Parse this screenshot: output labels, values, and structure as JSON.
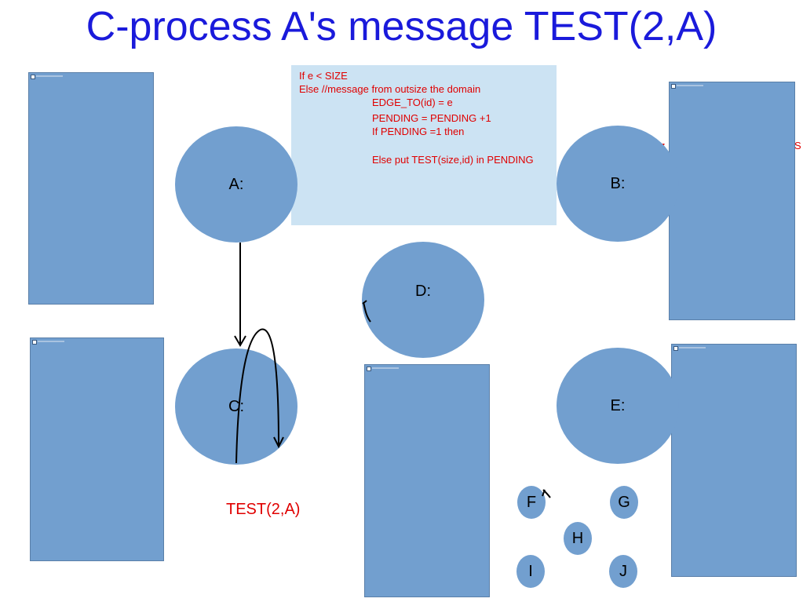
{
  "title": "C-process A's message TEST(2,A)",
  "info_box": {
    "line1": "If e < SIZE",
    "line2": "Else //message from outsize the domain",
    "line3": "EDGE_TO(id) = e",
    "line4": "PENDING = PENDING +1",
    "line5": "If PENDING =1 then",
    "line6": "Else   put TEST(size,id) in PENDING"
  },
  "overflow_fragments": {
    "frag1": "iz",
    "frag2": "S"
  },
  "nodes": {
    "a": "A:",
    "b": "B:",
    "c": "C:",
    "d": "D:",
    "e": "E:",
    "f": "F",
    "g": "G",
    "h": "H",
    "i": "I",
    "j": "J"
  },
  "message_label": "TEST(2,A)",
  "colors": {
    "title": "#1a1adb",
    "node_fill": "#729fcf",
    "info_bg": "#cce3f3",
    "info_text": "#e00000"
  }
}
